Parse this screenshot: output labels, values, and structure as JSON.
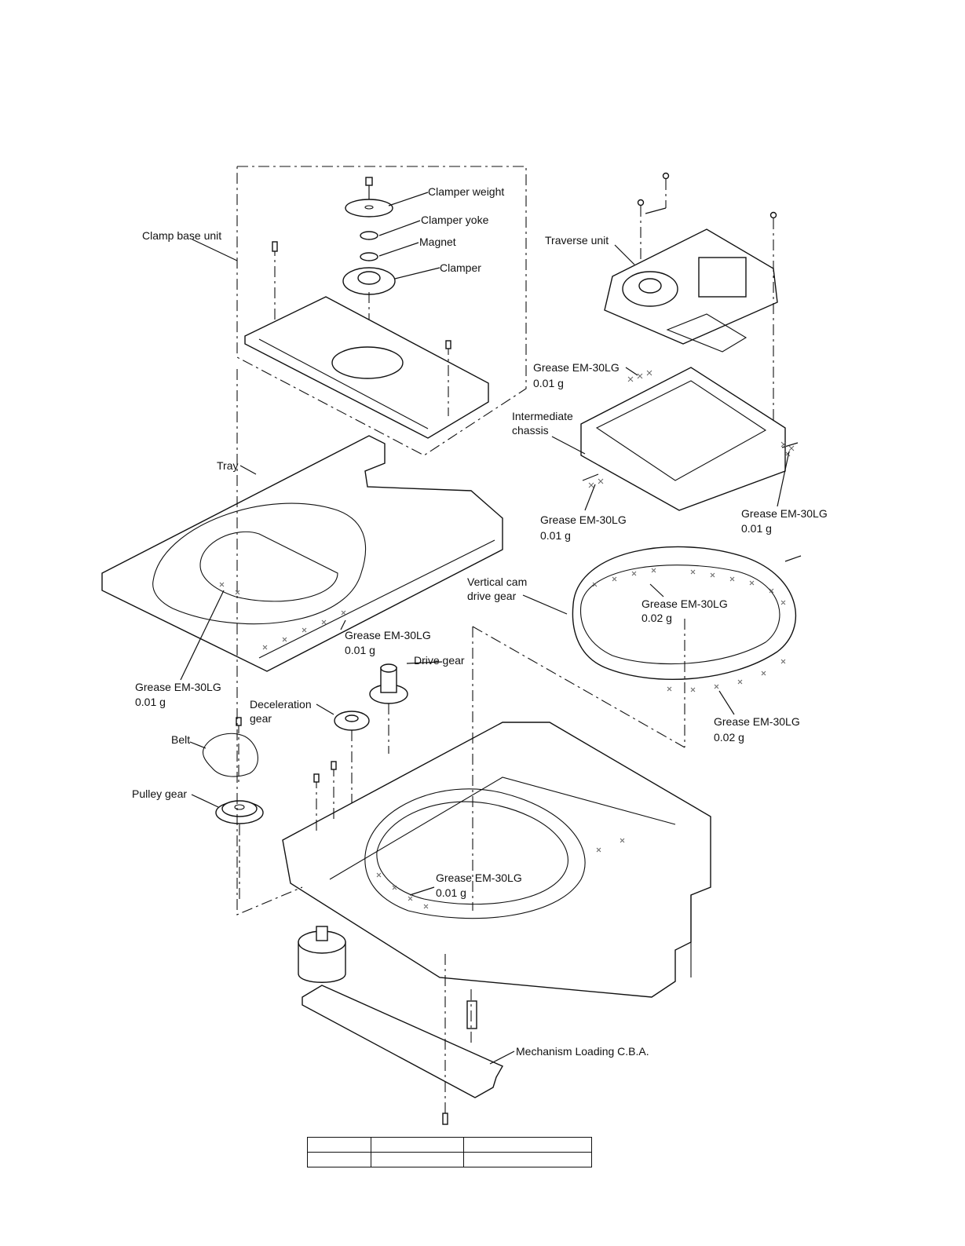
{
  "labels": {
    "clamper_weight": "Clamper weight",
    "clamper_yoke": "Clamper yoke",
    "magnet": "Magnet",
    "clamper": "Clamper",
    "clamp_base_unit": "Clamp base unit",
    "traverse_unit": "Traverse unit",
    "grease_int_top": "Grease EM-30LG",
    "grease_int_top_amount": "0.01 g",
    "intermediate_chassis_line1": "Intermediate",
    "intermediate_chassis_line2": "chassis",
    "grease_int_left": "Grease EM-30LG",
    "grease_int_left_amount": "0.01 g",
    "grease_int_right": "Grease EM-30LG",
    "grease_int_right_amount": "0.01 g",
    "tray": "Tray",
    "vertical_cam_line1": "Vertical cam",
    "vertical_cam_line2": "drive gear",
    "grease_cam_inner": "Grease EM-30LG",
    "grease_cam_inner_amount": "0.02 g",
    "grease_tray_right": "Grease EM-30LG",
    "grease_tray_right_amount": "0.01 g",
    "drive_gear": "Drive gear",
    "grease_tray_left": "Grease EM-30LG",
    "grease_tray_left_amount": "0.01 g",
    "deceleration_line1": "Deceleration",
    "deceleration_line2": "gear",
    "grease_cam_outer": "Grease EM-30LG",
    "grease_cam_outer_amount": "0.02 g",
    "belt": "Belt",
    "pulley_gear": "Pulley gear",
    "grease_chassis": "Grease EM-30LG",
    "grease_chassis_amount": "0.01 g",
    "mechanism_loading": "Mechanism Loading C.B.A."
  },
  "colors": {
    "line": "#111111",
    "grease_mark": "#666666",
    "background": "#ffffff"
  }
}
